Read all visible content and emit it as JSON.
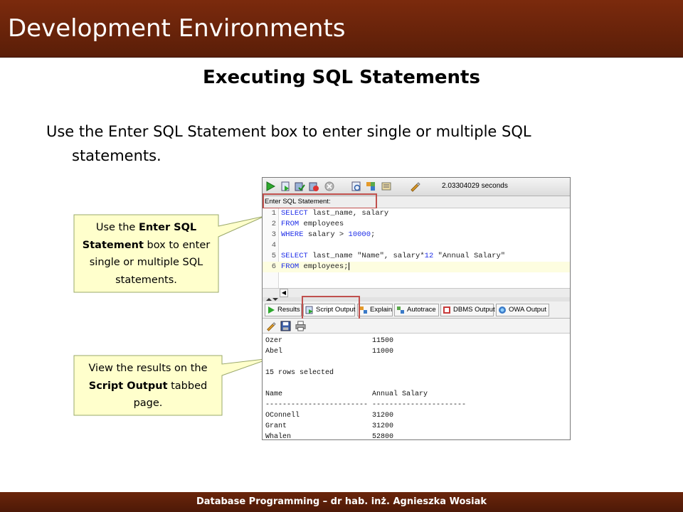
{
  "header": {
    "title": "Development Environments"
  },
  "slide": {
    "title": "Executing SQL Statements",
    "bullet": "Use the Enter SQL Statement box to enter single or multiple SQL statements."
  },
  "callouts": {
    "enter": {
      "line1_pre": "Use the ",
      "line1_bold": "Enter SQL",
      "line2_bold": "Statement",
      "line2_post": " box to enter",
      "line3": "single or multiple SQL",
      "line4": "statements."
    },
    "view": {
      "line1": "View the results on the",
      "line2_bold": "Script Output",
      "line2_post": " tabbed",
      "line3": "page."
    }
  },
  "toolbar": {
    "icons": [
      "run-statement-icon",
      "run-script-icon",
      "commit-icon",
      "rollback-icon",
      "cancel-icon",
      "execute-explain-icon",
      "autotrace-icon",
      "sql-history-icon",
      "clear-icon"
    ],
    "elapsed": "2.03304029 seconds"
  },
  "editor": {
    "label": "Enter SQL Statement:",
    "lines": [
      {
        "n": "1",
        "kw": "SELECT",
        "rest": " last_name, salary"
      },
      {
        "n": "2",
        "kw": "FROM",
        "rest": " employees"
      },
      {
        "n": "3",
        "kw": "WHERE",
        "rest": " salary > ",
        "num": "10000",
        "tail": ";"
      },
      {
        "n": "4",
        "kw": "",
        "rest": ""
      },
      {
        "n": "5",
        "kw": "SELECT",
        "rest": " last_name \"Name\", salary*",
        "num": "12",
        "tail": " \"Annual Salary\""
      },
      {
        "n": "6",
        "kw": "FROM",
        "rest": " employees;"
      }
    ]
  },
  "tabs": [
    {
      "label": "Results",
      "icon": "results-icon"
    },
    {
      "label": "Script Output",
      "icon": "script-output-icon"
    },
    {
      "label": "Explain",
      "icon": "explain-icon"
    },
    {
      "label": "Autotrace",
      "icon": "autotrace-icon"
    },
    {
      "label": "DBMS Output",
      "icon": "dbms-output-icon"
    },
    {
      "label": "OWA Output",
      "icon": "owa-output-icon"
    }
  ],
  "output_toolbar": {
    "icons": [
      "clear-output-icon",
      "save-icon",
      "print-icon"
    ]
  },
  "output": [
    "Ozer                     11500",
    "Abel                     11000",
    "",
    "15 rows selected",
    "",
    "Name                     Annual Salary",
    "------------------------ ----------------------",
    "OConnell                 31200",
    "Grant                    31200",
    "Whalen                   52800"
  ],
  "footer": {
    "text": "Database Programming – dr hab. inż. Agnieszka Wosiak"
  },
  "colors": {
    "header": "#6b250b",
    "callout_fill": "#ffffcc",
    "highlight": "#c0504d",
    "keyword": "#1f2ee8"
  }
}
